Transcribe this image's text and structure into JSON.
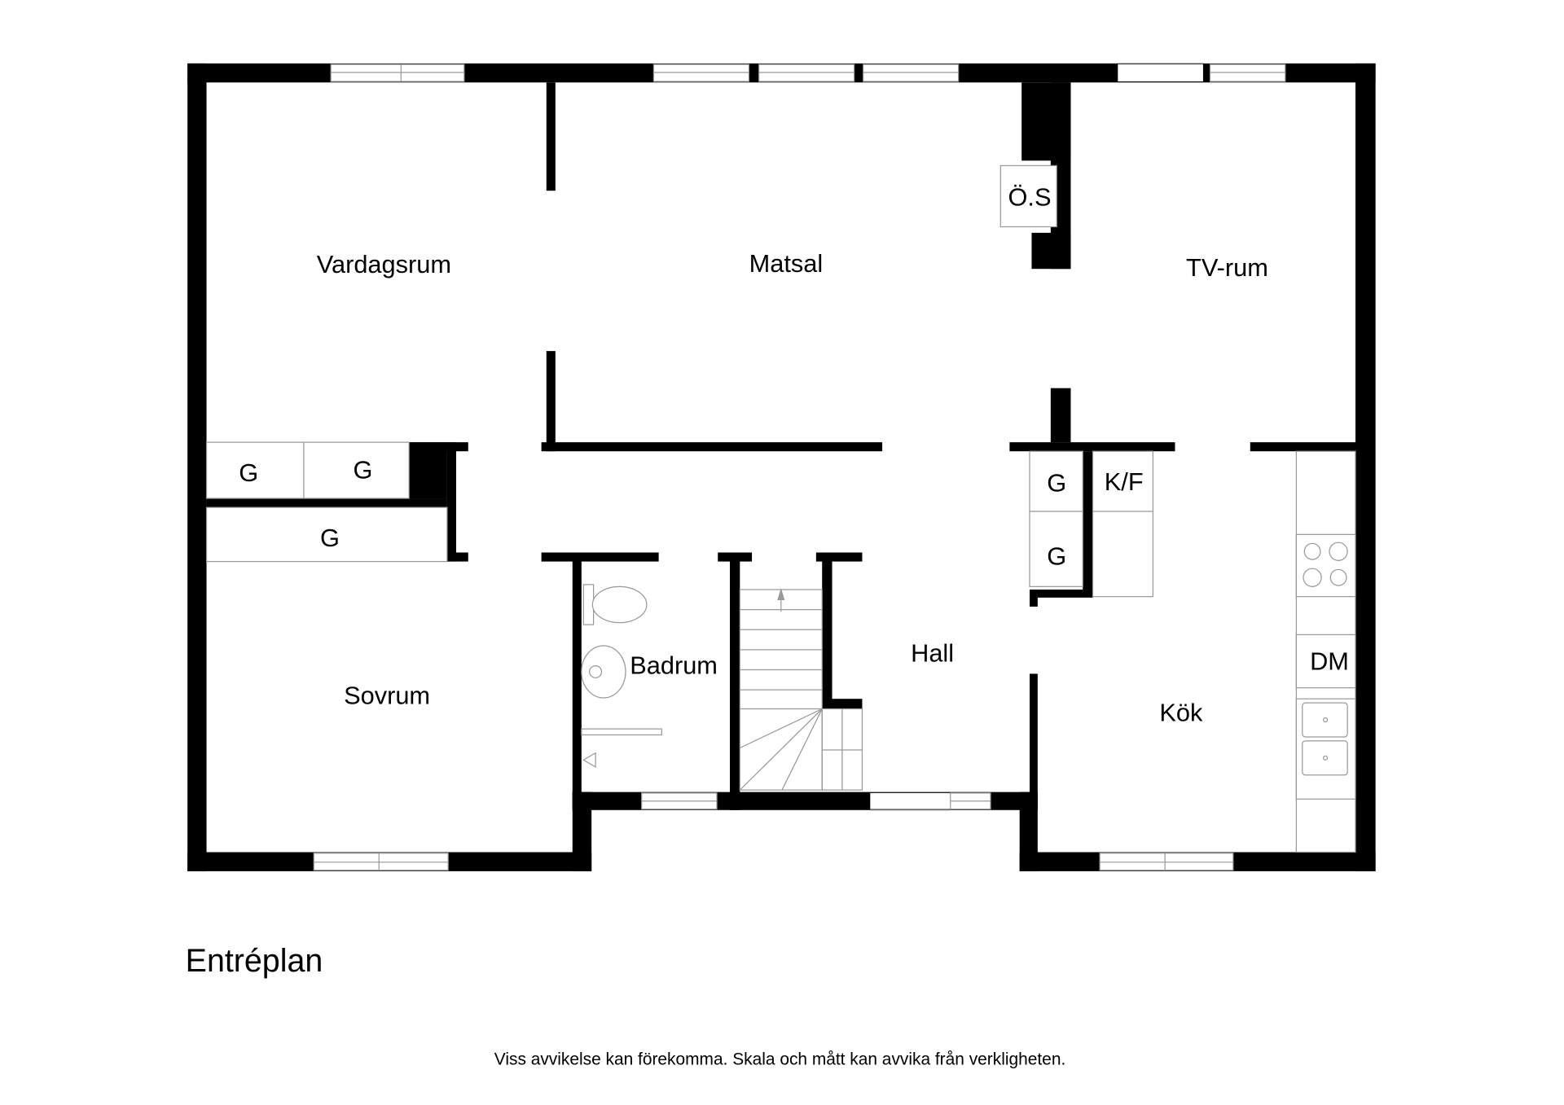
{
  "rooms": {
    "vardagsrum": "Vardagsrum",
    "matsal": "Matsal",
    "tv_rum": "TV-rum",
    "sovrum": "Sovrum",
    "badrum": "Badrum",
    "hall": "Hall",
    "kok": "Kök"
  },
  "fixtures": {
    "closet_1": "G",
    "closet_2": "G",
    "closet_3": "G",
    "closet_4": "G",
    "closet_5": "G",
    "fridge_freezer": "K/F",
    "fireplace": "Ö.S",
    "dishwasher": "DM"
  },
  "floor_title": "Entréplan",
  "disclaimer": "Viss avvikelse kan förekomma. Skala och mått kan avvika från verkligheten.",
  "colors": {
    "wall": "#000000",
    "fixture_line": "#999999"
  }
}
